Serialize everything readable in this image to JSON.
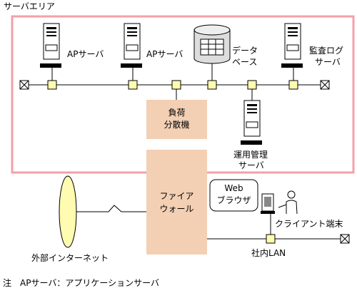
{
  "server_area": {
    "label": "サーバエリア",
    "border_color": "#f4a0a8"
  },
  "servers": {
    "ap1": "APサーバ",
    "ap2": "APサーバ",
    "database_line1": "データ",
    "database_line2": "ベース",
    "audit_line1": "監査ログ",
    "audit_line2": "サーバ",
    "ops_line1": "運用管理",
    "ops_line2": "サーバ"
  },
  "load_balancer": {
    "line1": "負荷",
    "line2": "分散機",
    "fill": "#f3cfb4"
  },
  "firewall": {
    "line1": "ファイア",
    "line2": "ウォール",
    "fill": "#f3cfb4"
  },
  "browser": {
    "line1": "Web",
    "line2": "ブラウザ"
  },
  "client": "クライアント端末",
  "lan": "社内LAN",
  "internet": "外部インターネット",
  "footnote": "注　APサーバ：アプリケーションサーバ"
}
